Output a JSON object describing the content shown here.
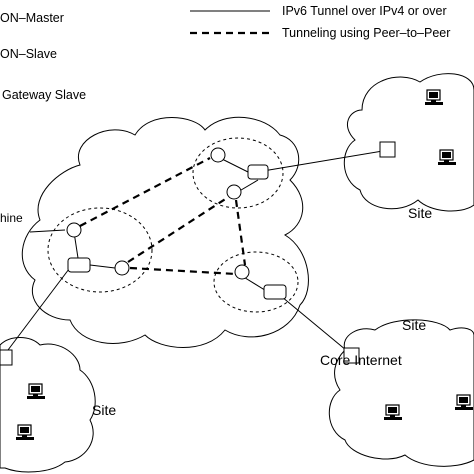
{
  "legend": {
    "master": "ON–Master",
    "slave": "ON–Slave",
    "gateway": "Gateway Slave",
    "solid_line": "IPv6 Tunnel over IPv4 or over",
    "dashed_line": "Tunneling using Peer–to–Peer"
  },
  "labels": {
    "core": "Core Internet",
    "site_top_right": "Site",
    "site_mid_right": "Site",
    "site_left": "Site",
    "machine": "hine"
  },
  "colors": {
    "stroke": "#000000",
    "background": "#ffffff"
  }
}
